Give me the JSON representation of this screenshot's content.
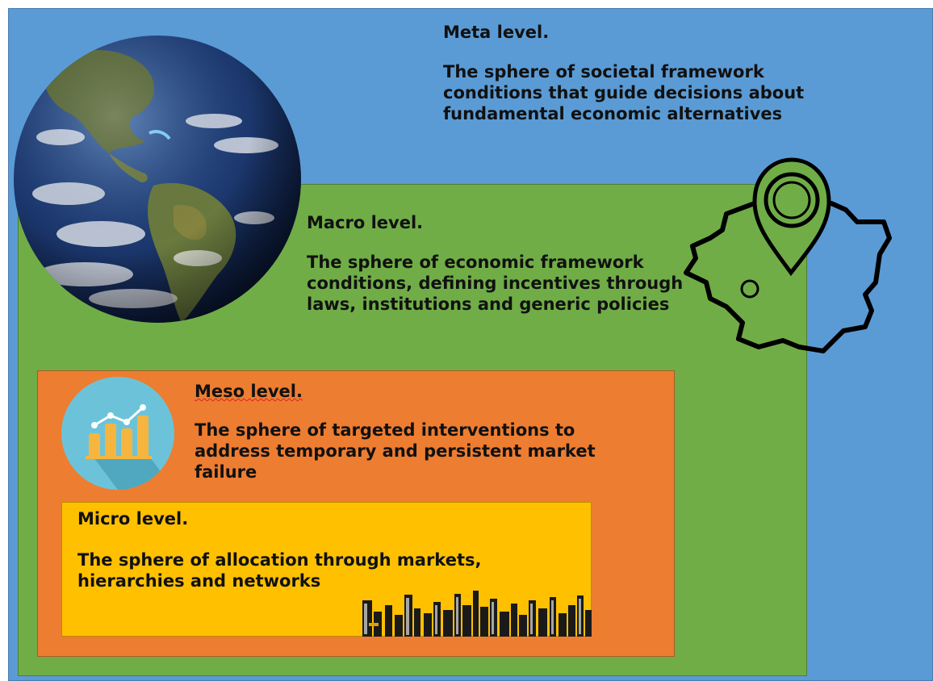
{
  "levels": {
    "meta": {
      "title": "Meta level.",
      "description": "The sphere of societal framework conditions that guide decisions about fundamental economic alternatives"
    },
    "macro": {
      "title": "Macro level.",
      "description": "The sphere of economic framework conditions, defining incentives through laws, institutions and generic policies"
    },
    "meso": {
      "title": "Meso level.",
      "description": "The sphere of targeted interventions to address temporary and persistent market failure"
    },
    "micro": {
      "title": "Micro level.",
      "description": "The sphere of allocation through markets, hierarchies and networks"
    }
  },
  "colors": {
    "meta": "#5b9bd5",
    "macro": "#70ad47",
    "meso": "#ed7d31",
    "micro": "#ffc000",
    "text": "#111111"
  },
  "icons": {
    "meta": "globe-icon",
    "macro": "map-pin-icon",
    "meso": "bar-chart-icon",
    "micro": "city-skyline-icon"
  }
}
